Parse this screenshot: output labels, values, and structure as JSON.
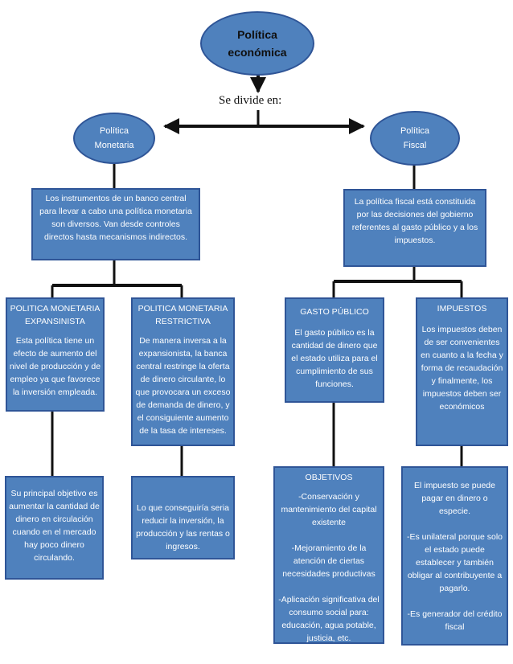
{
  "root": {
    "line1": "Política",
    "line2": "económica"
  },
  "connector_text": "Se divide en:",
  "left": {
    "node_line1": "Política",
    "node_line2": "Monetaria",
    "description": "Los instrumentos de un banco central para llevar a cabo una política monetaria son diversos. Van desde controles directos hasta mecanismos indirectos.",
    "expansiva": {
      "title": "POLITICA MONETARIA EXPANSINISTA",
      "body": "Esta política tiene un efecto de aumento del nivel de producción y de empleo ya que favorece la inversión empleada.",
      "detail": "Su principal objetivo es aumentar la cantidad de dinero en circulación cuando en el mercado hay poco dinero circulando."
    },
    "restrictiva": {
      "title": "POLITICA MONETARIA RESTRICTIVA",
      "body": "De manera inversa a la expansionista, la banca central restringe la oferta de dinero circulante, lo que provocara un exceso de demanda de dinero, y el consiguiente aumento de la tasa de intereses.",
      "detail": "Lo que conseguiría seria reducir la inversión, la producción y las rentas o ingresos."
    }
  },
  "right": {
    "node_line1": "Política",
    "node_line2": "Fiscal",
    "description": "La política fiscal está constituida por las decisiones del gobierno referentes al gasto público y a los impuestos.",
    "gasto": {
      "title": "GASTO PÚBLICO",
      "body": "El gasto público es la cantidad de dinero que el estado utiliza para el cumplimiento de sus funciones."
    },
    "impuestos": {
      "title": "IMPUESTOS",
      "body": "Los impuestos deben de ser convenientes en cuanto a la fecha y forma de recaudación y finalmente, los impuestos deben ser económicos"
    },
    "objetivos": {
      "title": "OBJETIVOS",
      "items": "-Conservación y mantenimiento del capital existente\n\n-Mejoramiento de la atención de ciertas necesidades productivas\n\n-Aplicación significativa del consumo social para: educación, agua potable, justicia, etc."
    },
    "pago": {
      "text": "El impuesto se puede pagar en dinero o especie.\n\n-Es unilateral porque solo el estado puede establecer y también obligar al contribuyente a pagarlo.\n\n-Es generador del crédito fiscal"
    }
  }
}
